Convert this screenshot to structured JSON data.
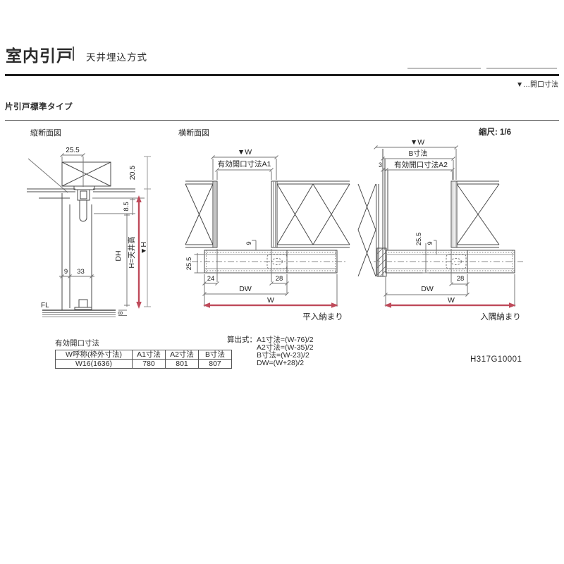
{
  "header": {
    "title": "室内引戸",
    "subtitle": "天井埋込方式",
    "opening_note": "▼…開口寸法",
    "section_title": "片引戸標準タイプ"
  },
  "diagram_labels": {
    "vertical_section": "縦断面図",
    "horizontal_section": "横断面図",
    "scale": "縮尺: 1/6"
  },
  "vertical_section": {
    "d_track": "25.5",
    "d_recess": "20.5",
    "d_engage": "8.5",
    "door_height_label": "DH",
    "ceiling_height_label": "H=天井高",
    "h_mark": "▼H",
    "d_gap": "9",
    "d_door": "33",
    "floor_label": "FL",
    "d_floor": "8"
  },
  "plan_flat": {
    "w_mark": "▼W",
    "opening": "有効開口寸法A1",
    "d_gap": "9",
    "d_track": "25.5",
    "d_left": "24",
    "d_right": "28",
    "dw_label": "DW",
    "w_label": "W",
    "caption": "平入納まり"
  },
  "plan_corner": {
    "w_mark": "▼W",
    "b_label": "B寸法",
    "d_edge": "3",
    "opening": "有効開口寸法A2",
    "d_track": "25.5",
    "d_gap": "9",
    "d_right": "28",
    "dw_label": "DW",
    "w_label": "W",
    "caption": "入隅納まり"
  },
  "table": {
    "title": "有効開口寸法",
    "headers": [
      "W呼称(枠外寸法)",
      "A1寸法",
      "A2寸法",
      "B寸法"
    ],
    "rows": [
      [
        "W16(1636)",
        "780",
        "801",
        "807"
      ]
    ]
  },
  "formulas": {
    "label": "算出式：",
    "lines": [
      "A1寸法=(W-76)/2",
      "A2寸法=(W-35)/2",
      "B寸法=(W-23)/2",
      "DW=(W+28)/2"
    ]
  },
  "doc_code": "H317G10001",
  "colors": {
    "accent_red": "#bf4a5a",
    "line_dark": "#4a4a4a",
    "line_light": "#8a8a8a"
  }
}
